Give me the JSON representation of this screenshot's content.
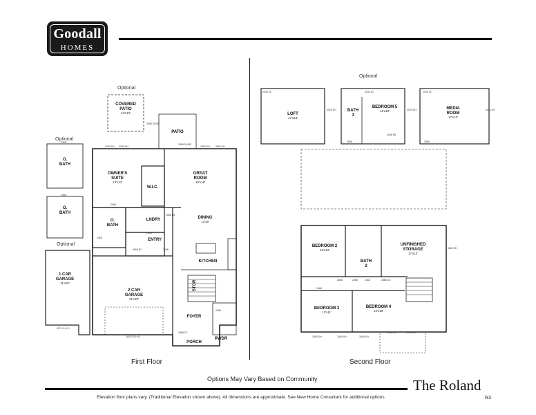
{
  "brand": {
    "line1": "Goodall",
    "line2": "HOMES"
  },
  "plan_title": "The Roland",
  "revision": "R3",
  "notice": "Options May Vary Based on Community",
  "disclaimer": "Elevation floor plans vary. (Traditional Elevation shown above). All dimensions are approximate. See New Home Consultant for additional options.",
  "first_floor": {
    "label": "First Floor",
    "optional_labels": [
      "Optional",
      "Optional",
      "Optional"
    ],
    "rooms": {
      "covered_patio": {
        "name1": "COVERED",
        "name2": "PATIO",
        "dim": "12'x10'"
      },
      "patio": {
        "name": "PATIO"
      },
      "owners_suite": {
        "name1": "OWNER'S",
        "name2": "SUITE",
        "dim": "13'x14'"
      },
      "great_room": {
        "name1": "GREAT",
        "name2": "ROOM",
        "dim": "16'x18'"
      },
      "wic": {
        "name": "W.I.C."
      },
      "obath_left_1": {
        "name1": "O.",
        "name2": "BATH"
      },
      "obath_left_2": {
        "name1": "O.",
        "name2": "BATH"
      },
      "obath": {
        "name1": "O.",
        "name2": "BATH"
      },
      "lndry": {
        "name": "LNDRY"
      },
      "entry": {
        "name": "ENTRY"
      },
      "dining": {
        "name": "DINING",
        "dim": "13'x8'"
      },
      "kitchen": {
        "name": "KITCHEN"
      },
      "garage_1car": {
        "name1": "1 CAR",
        "name2": "GARAGE",
        "dim": "11'x20'"
      },
      "garage_2car": {
        "name1": "2 CAR",
        "name2": "GARAGE",
        "dim": "21'x20'"
      },
      "stor": {
        "name": "STOR"
      },
      "foyer": {
        "name": "FOYER"
      },
      "porch": {
        "name": "PORCH"
      },
      "pwdr": {
        "name": "PWDR"
      }
    },
    "door_codes": [
      "3068 SLIDE",
      "3068 SLIDE",
      "2050 SH",
      "3050 SH",
      "3050 SH",
      "3050 SH",
      "16070 O.H.D.",
      "9070 O.H.D.",
      "3068 SC",
      "3068 SC",
      "2068",
      "2068",
      "2468",
      "2468",
      "2468",
      "2468",
      "2068",
      "4068 BS"
    ]
  },
  "second_floor": {
    "label": "Second Floor",
    "optional_label": "Optional",
    "rooms": {
      "loft": {
        "name": "LOFT",
        "dim": "17'x13'"
      },
      "bath3": {
        "name1": "BATH",
        "name2": "3"
      },
      "bedroom5": {
        "name": "BEDROOM 5",
        "dim": "11'x13'"
      },
      "media_room": {
        "name1": "MEDIA",
        "name2": "ROOM",
        "dim": "17'x13'"
      },
      "bedroom2": {
        "name": "BEDROOM 2",
        "dim": "12'x13'"
      },
      "unfinished_storage": {
        "name1": "UNFINISHED",
        "name2": "STORAGE",
        "dim": "17'x13'"
      },
      "bath2": {
        "name1": "BATH",
        "name2": "2"
      },
      "bedroom3": {
        "name": "BEDROOM 3",
        "dim": "13'x11'"
      },
      "bedroom4": {
        "name": "BEDROOM 4",
        "dim": "14'x10'"
      }
    },
    "door_codes": [
      "2030 SC",
      "2030 SC",
      "2030 SC",
      "3020 SH",
      "3020 SH",
      "3020 SH",
      "2868",
      "2868",
      "4068 BS",
      "2468",
      "2468",
      "2868",
      "2468",
      "2868 SC",
      "3050 SH",
      "3050 SH",
      "3050 SH",
      "2030 SH",
      "2030 SH",
      "3060 SH"
    ]
  }
}
